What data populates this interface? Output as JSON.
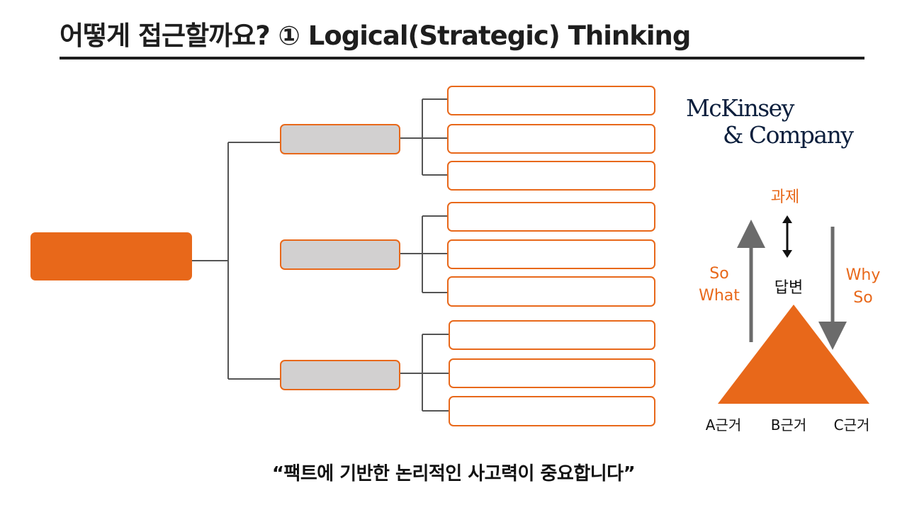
{
  "title": "어떻게 접근할까요? ① Logical(Strategic) Thinking",
  "logo": {
    "line1": "McKinsey",
    "line2": "& Company"
  },
  "pyramid": {
    "top_label": "과제",
    "answer_label": "답변",
    "left_label_1": "So",
    "left_label_2": "What",
    "right_label_1": "Why",
    "right_label_2": "So",
    "bases": [
      "A근거",
      "B근거",
      "C근거"
    ],
    "accent_color": "#e8681a",
    "arrow_color": "#6b6b6b"
  },
  "tree": {
    "root_color": "#e8681a",
    "mid_fill_color": "#d2d0d0",
    "connector_color": "#555555"
  },
  "footer": {
    "quote": "“팩트에 기반한 논리적인 사고력이 중요합니다”"
  }
}
